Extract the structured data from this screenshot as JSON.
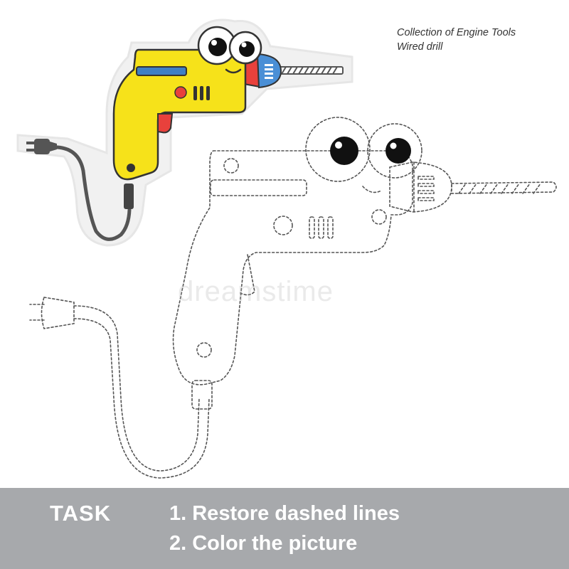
{
  "caption": {
    "line1": "Collection of Engine Tools",
    "line2": "Wired drill"
  },
  "watermark": "dreamstime",
  "task": {
    "label": "TASK",
    "step1": "1. Restore dashed lines",
    "step2": "2. Color the picture"
  },
  "colors": {
    "body_yellow": "#f6e21a",
    "stripe_blue": "#3f7fc4",
    "chuck_red": "#e8413c",
    "chuck_blue": "#4a8fd6",
    "cord_gray": "#555555",
    "task_bar": "#a7a9ac"
  }
}
